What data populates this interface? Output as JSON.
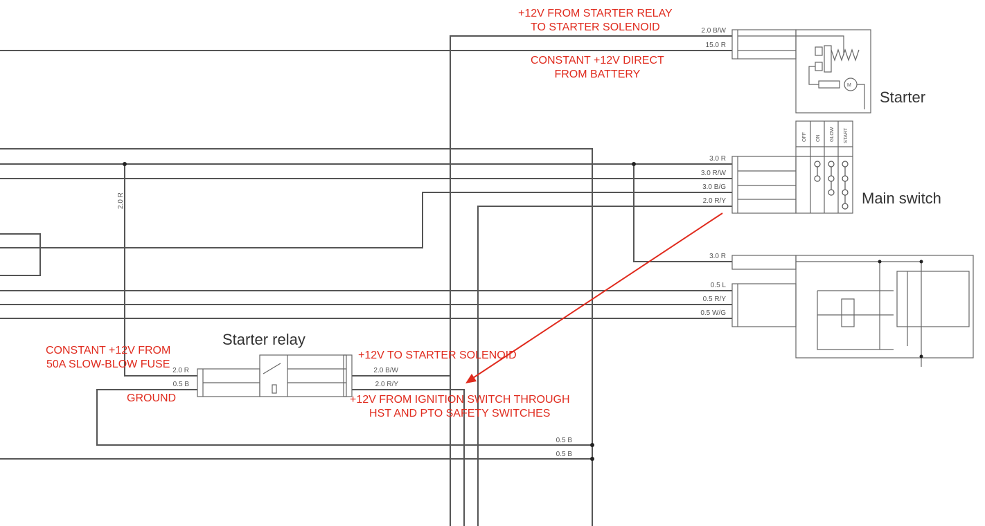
{
  "components": {
    "starter": "Starter",
    "main_switch": "Main switch",
    "starter_relay": "Starter relay"
  },
  "annotations": {
    "starter_relay_to_solenoid": [
      "+12V FROM STARTER RELAY",
      "TO STARTER SOLENOID"
    ],
    "constant_battery": [
      "CONSTANT +12V DIRECT",
      "FROM BATTERY"
    ],
    "constant_fuse": [
      "CONSTANT +12V FROM",
      "50A SLOW-BLOW FUSE"
    ],
    "ground": "GROUND",
    "to_solenoid": "+12V TO STARTER SOLENOID",
    "from_ignition": [
      "+12V FROM IGNITION SWITCH THROUGH",
      "HST AND PTO SAFETY SWITCHES"
    ]
  },
  "wire_labels": {
    "starter_bw": "2.0 B/W",
    "starter_r": "15.0 R",
    "main_r": "3.0 R",
    "main_rw": "3.0 R/W",
    "main_bg": "3.0 B/G",
    "main_ry": "2.0 R/Y",
    "reg_r": "3.0 R",
    "reg_l": "0.5 L",
    "reg_ry": "0.5 R/Y",
    "reg_wg": "0.5 W/G",
    "relay_r": "2.0 R",
    "relay_b": "0.5 B",
    "relay_bw": "2.0 B/W",
    "relay_ry": "2.0 R/Y",
    "ground_b1": "0.5 B",
    "ground_b2": "0.5 B",
    "vertical_r": "2.0 R"
  },
  "switch_positions": [
    "OFF",
    "ON",
    "GLOW",
    "START"
  ],
  "colors": {
    "annotation": "#e02b1e",
    "wire": "#555555"
  }
}
